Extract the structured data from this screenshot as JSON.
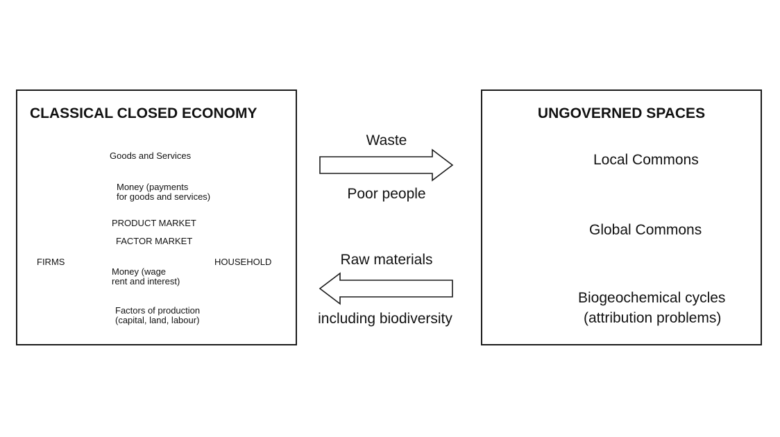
{
  "left_panel": {
    "title": "CLASSICAL CLOSED ECONOMY",
    "flows": {
      "goods_services": "Goods and Services",
      "money_payments_1": "Money (payments",
      "money_payments_2": "for goods and services)",
      "money_wage_1": "Money (wage",
      "money_wage_2": "rent and interest)",
      "factors_1": "Factors of production",
      "factors_2": "(capital, land, labour)"
    },
    "markets": {
      "product": "PRODUCT MARKET",
      "factor": "FACTOR MARKET"
    },
    "actors": {
      "firms": "FIRMS",
      "household": "HOUSEHOLD"
    }
  },
  "middle": {
    "right_arrow_top": "Waste",
    "right_arrow_bottom": "Poor people",
    "left_arrow_top": "Raw materials",
    "left_arrow_bottom": "including biodiversity"
  },
  "right_panel": {
    "title": "UNGOVERNED SPACES",
    "items": [
      {
        "label": "Local Commons",
        "icon": "campfire-icon"
      },
      {
        "label": "Global Commons",
        "icon": "wave-icon"
      },
      {
        "label_line1": "Biogeochemical cycles",
        "label_line2": "(attribution problems)",
        "icon": "pipe-outflow-icon"
      }
    ]
  }
}
